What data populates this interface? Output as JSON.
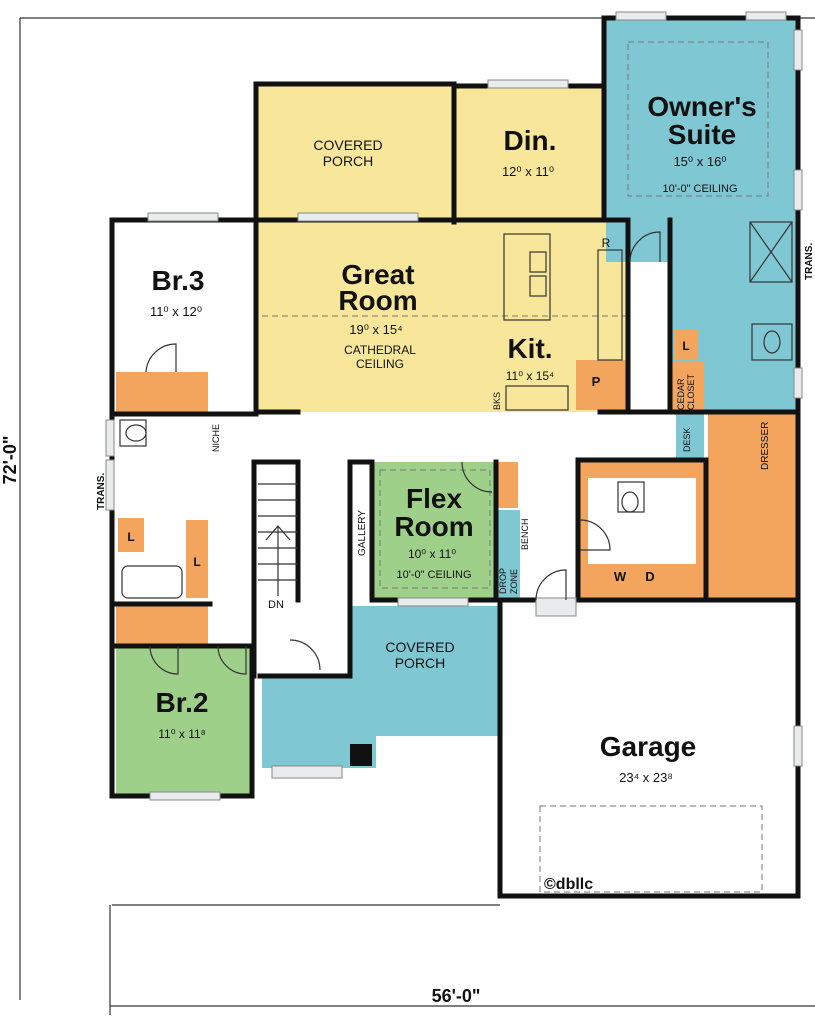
{
  "colors": {
    "great_room": "#f8e79a",
    "owner_suite": "#7fc7d3",
    "flex_room": "#9ed08a",
    "bedroom2": "#9ed08a",
    "rear_porch": "#7fc7d3",
    "closet": "#f3a55e",
    "white": "#ffffff",
    "walls": "#111111"
  },
  "dimensions": {
    "width": "56'-0\"",
    "depth": "72'-0\""
  },
  "rooms": {
    "covered_porch_top": {
      "line1": "COVERED",
      "line2": "PORCH"
    },
    "dining": {
      "name": "Din.",
      "size": "12⁰ x 11⁰"
    },
    "owner_suite": {
      "line1": "Owner's",
      "line2": "Suite",
      "size": "15⁰ x 16⁰",
      "ceiling": "10'-0\" CEILING"
    },
    "br3": {
      "name": "Br.3",
      "size": "11⁰ x 12⁰"
    },
    "great_room": {
      "line1": "Great",
      "line2": "Room",
      "size": "19⁰ x 15⁴",
      "ceiling1": "CATHEDRAL",
      "ceiling2": "CEILING"
    },
    "kitchen": {
      "name": "Kit.",
      "size": "11⁰ x 15⁴"
    },
    "flex_room": {
      "line1": "Flex",
      "line2": "Room",
      "size": "10⁰ x 11⁰",
      "ceiling": "10'-0\" CEILING"
    },
    "br2": {
      "name": "Br.2",
      "size": "11⁰ x 11⁸"
    },
    "covered_porch_front": {
      "line1": "COVERED",
      "line2": "PORCH"
    },
    "garage": {
      "name": "Garage",
      "size": "23⁴ x 23⁸"
    }
  },
  "labels": {
    "refrigerator": "R",
    "pantry": "P",
    "bookshelves": "BKS",
    "niche": "NICHE",
    "gallery": "GALLERY",
    "bench": "BENCH",
    "drop": "DROP",
    "zone": "ZONE",
    "desk": "DESK",
    "dresser": "DRESSER",
    "cedar": "CEDAR",
    "closet": "CLOSET",
    "linen_a": "L",
    "linen_b": "L",
    "linen_c": "L",
    "washer": "W",
    "dryer": "D",
    "stairs_down": "DN",
    "trans_left": "TRANS.",
    "trans_right": "TRANS.",
    "copyright": "©dbllc"
  }
}
